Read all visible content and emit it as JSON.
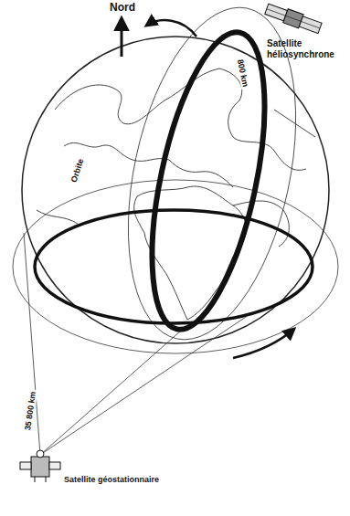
{
  "diagram": {
    "labels": [
      "Nord",
      "Satellite héliosynchrone",
      "800 km",
      "Orbite",
      "35 800 km",
      "Satellite géostationnaire"
    ]
  }
}
